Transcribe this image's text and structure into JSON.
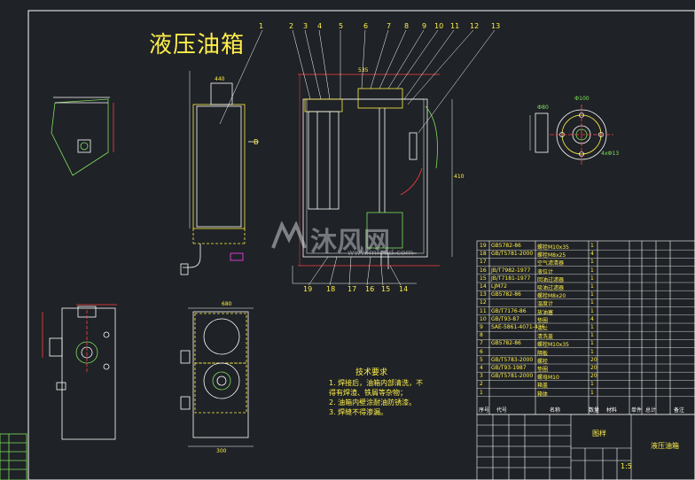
{
  "drawing": {
    "title": "液压油箱",
    "watermark_text": "沐风网",
    "watermark_url": "www.mfcad.com",
    "tech_requirements": {
      "heading": "技术要求",
      "items": [
        "1.  焊接后，油箱内部清洗，不得有焊渣、铁屑等杂物；",
        "2.  油箱内壁涂耐油防锈漆。",
        "3.  焊缝不得渗漏。"
      ]
    },
    "callout_numbers": [
      "1",
      "2",
      "3",
      "4",
      "5",
      "6",
      "7",
      "8",
      "9",
      "10",
      "11",
      "12",
      "13",
      "14",
      "15",
      "16",
      "17",
      "18",
      "19"
    ],
    "dim_labels": [
      "535",
      "440",
      "300",
      "410",
      "680",
      "Ф100",
      "4xФ13",
      "Ф80",
      "B"
    ],
    "bom_rows": [
      {
        "no": "19",
        "code": "GB5782-86",
        "name": "螺栓M10x35",
        "qty": "1"
      },
      {
        "no": "18",
        "code": "GB/T5781-2000",
        "name": "螺栓M8x25",
        "qty": "4"
      },
      {
        "no": "17",
        "code": "",
        "name": "空气滤清器",
        "qty": "1"
      },
      {
        "no": "16",
        "code": "JB/T7982-1977",
        "name": "液位计",
        "qty": "1"
      },
      {
        "no": "15",
        "code": "JB/T7181-1977",
        "name": "回油过滤器",
        "qty": "1"
      },
      {
        "no": "14",
        "code": "LJM72",
        "name": "吸油过滤器",
        "qty": "1"
      },
      {
        "no": "13",
        "code": "GB5782-86",
        "name": "螺栓M8x20",
        "qty": "1"
      },
      {
        "no": "12",
        "code": "",
        "name": "温度计",
        "qty": "1"
      },
      {
        "no": "11",
        "code": "GB/T7176-86",
        "name": "放油塞",
        "qty": "1"
      },
      {
        "no": "10",
        "code": "GB/T93-87",
        "name": "垫圈",
        "qty": "4"
      },
      {
        "no": "9",
        "code": "SAE-5861-4071-436",
        "name": "法兰",
        "qty": "1"
      },
      {
        "no": "8",
        "code": "",
        "name": "清洗盖",
        "qty": "1"
      },
      {
        "no": "7",
        "code": "GB5782-86",
        "name": "螺栓M10x35",
        "qty": "1"
      },
      {
        "no": "6",
        "code": "",
        "name": "隔板",
        "qty": "1"
      },
      {
        "no": "5",
        "code": "GB/T5783-2000",
        "name": "螺栓",
        "qty": "20"
      },
      {
        "no": "4",
        "code": "GB/T93-1987",
        "name": "垫圈",
        "qty": "20"
      },
      {
        "no": "3",
        "code": "GB/T5781-2000",
        "name": "螺母M10",
        "qty": "20"
      },
      {
        "no": "2",
        "code": "",
        "name": "箱盖",
        "qty": "1"
      },
      {
        "no": "1",
        "code": "",
        "name": "箱体",
        "qty": "1"
      }
    ],
    "bom_header": [
      "序号",
      "代号",
      "名称",
      "数量",
      "材料",
      "单件",
      "总计",
      "备注"
    ],
    "title_block": {
      "name": "液压油箱",
      "org": "图样",
      "scale": "1:5"
    }
  }
}
